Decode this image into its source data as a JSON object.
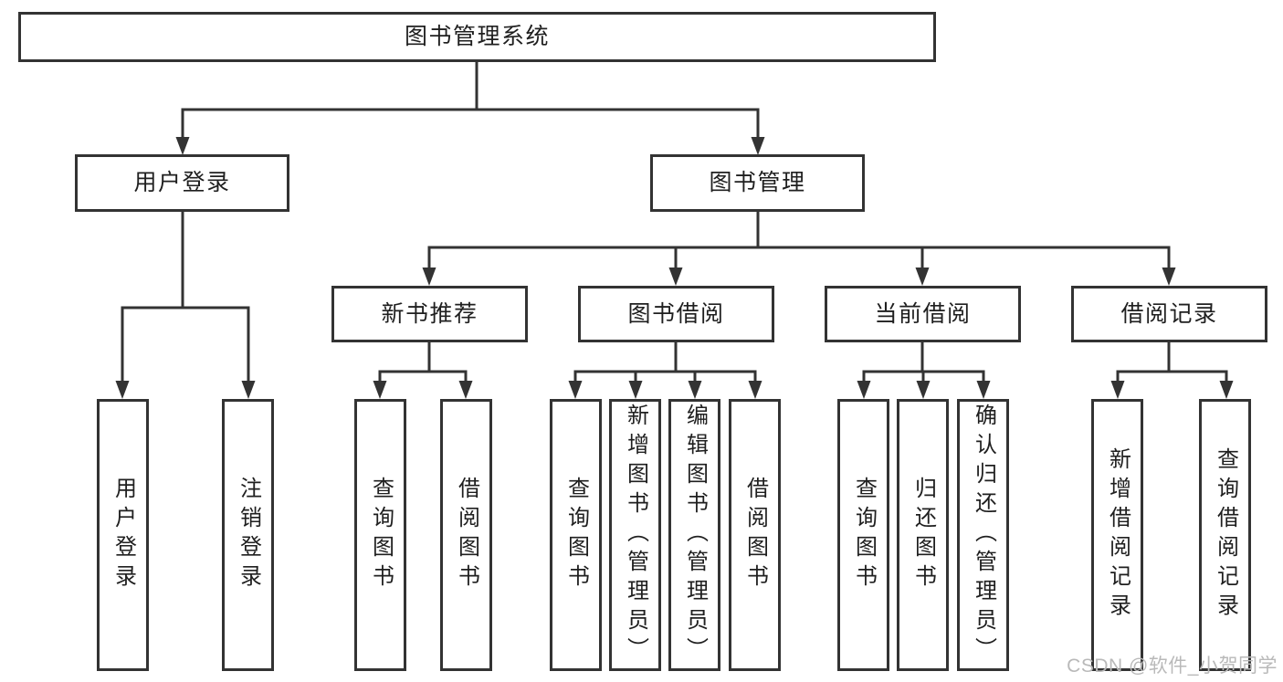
{
  "colors": {
    "line": "#333333",
    "background": "#ffffff",
    "watermark_text": "#b9b9b9"
  },
  "watermark": {
    "text": "CSDN @软件_小贺同学"
  },
  "tree": {
    "label": "图书管理系统",
    "children": [
      {
        "label": "用户登录",
        "children": [
          {
            "label": "用户登录"
          },
          {
            "label": "注销登录"
          }
        ]
      },
      {
        "label": "图书管理",
        "children": [
          {
            "label": "新书推荐",
            "children": [
              {
                "label": "查询图书"
              },
              {
                "label": "借阅图书"
              }
            ]
          },
          {
            "label": "图书借阅",
            "children": [
              {
                "label": "查询图书"
              },
              {
                "label": "新增图书（管理员）"
              },
              {
                "label": "编辑图书（管理员）"
              },
              {
                "label": "借阅图书"
              }
            ]
          },
          {
            "label": "当前借阅",
            "children": [
              {
                "label": "查询图书"
              },
              {
                "label": "归还图书"
              },
              {
                "label": "确认归还（管理员）"
              }
            ]
          },
          {
            "label": "借阅记录",
            "children": [
              {
                "label": "新增借阅记录"
              },
              {
                "label": "查询借阅记录"
              }
            ]
          }
        ]
      }
    ]
  }
}
